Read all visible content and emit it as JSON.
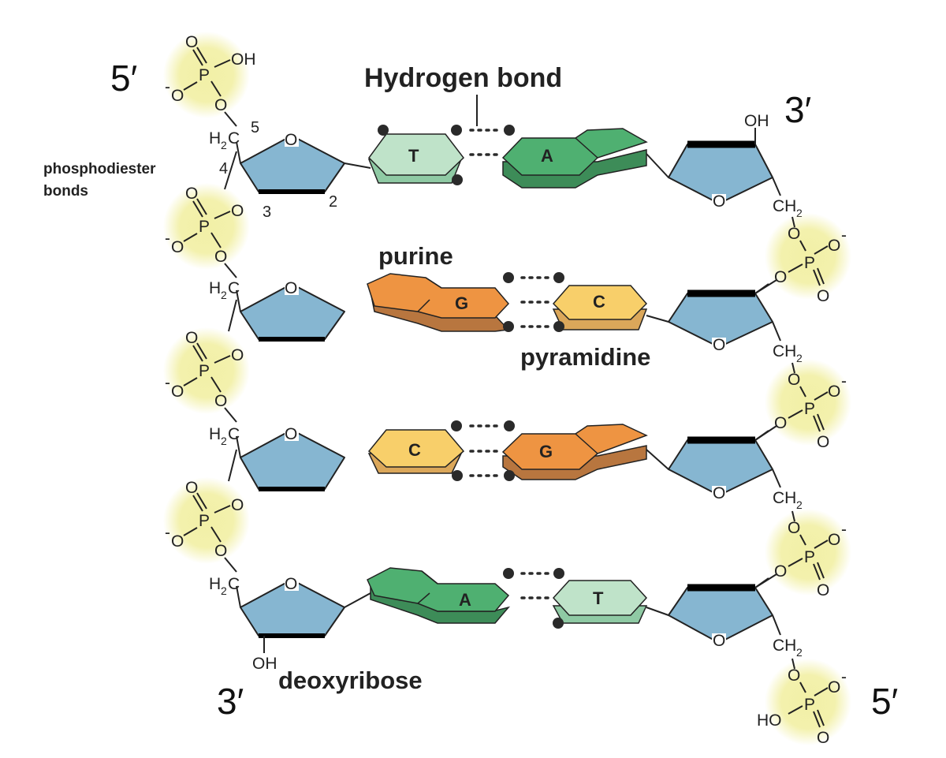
{
  "title": "Hydrogen bond",
  "labels": {
    "five_prime_left": "5′",
    "three_prime_right": "3′",
    "three_prime_left": "3′",
    "five_prime_right": "5′",
    "phosphodiester_line1": "phosphodiester",
    "phosphodiester_line2": "bonds",
    "purine": "purine",
    "pyrimidine": "pyramidine",
    "deoxyribose": "deoxyribose"
  },
  "atoms": {
    "O": "O",
    "P": "P",
    "OH": "OH",
    "HO": "HO",
    "H": "H",
    "C": "C",
    "CH": "CH",
    "sub2": "2",
    "minus": "-"
  },
  "carbon_numbers": [
    "5",
    "4",
    "3",
    "2"
  ],
  "base_pairs": [
    {
      "left": "T",
      "right": "A"
    },
    {
      "left": "G",
      "right": "C"
    },
    {
      "left": "C",
      "right": "G"
    },
    {
      "left": "A",
      "right": "T"
    }
  ],
  "colors": {
    "phosphate_glow": "#f2f0a6",
    "sugar": "#86b6d1",
    "thymine_top": "#bfe3c9",
    "thymine_side": "#8fcaa4",
    "adenine_top": "#4fb071",
    "adenine_side": "#3d8c58",
    "guanine_top": "#ee9442",
    "guanine_side": "#b8763f",
    "cytosine_top": "#f8cf6a",
    "cytosine_side": "#dba75a"
  }
}
